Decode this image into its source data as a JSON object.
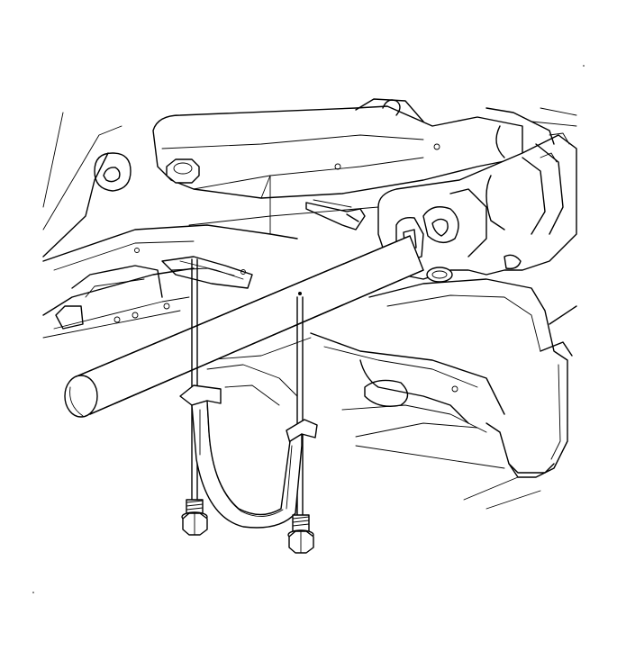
{
  "figure": {
    "kind": "technical-line-illustration",
    "parts": [
      "underbody-structure",
      "crossmember",
      "driveshaft-tube",
      "u-bolt-strap-bracket",
      "bolt-left",
      "bolt-right",
      "alignment-leader-lines"
    ],
    "colors": {
      "line": "#000000",
      "background": "#ffffff"
    }
  }
}
